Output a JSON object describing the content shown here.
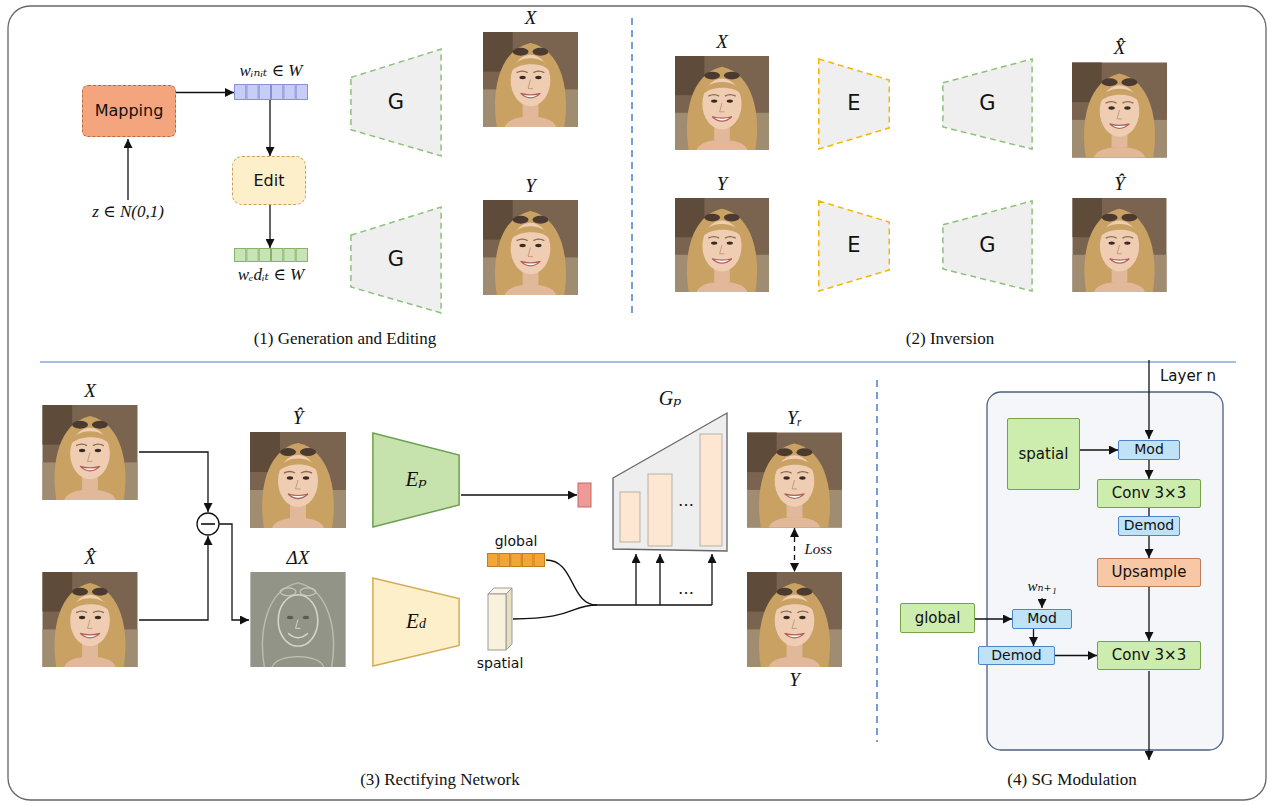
{
  "diagram": {
    "nodes": [
      {
        "text": [
          "Mapping"
        ]
      },
      {
        "text": [
          "wᵢₙᵢₜ ∈ W"
        ]
      },
      {
        "text": [
          "Edit"
        ]
      },
      {
        "text": [
          "wₑdᵢₜ ∈ W"
        ]
      },
      {
        "text": [
          "G"
        ]
      },
      {
        "text": [
          "X"
        ]
      },
      {
        "text": [
          "G"
        ]
      },
      {
        "text": [
          "Y"
        ]
      },
      {
        "text": [
          "X"
        ]
      },
      {
        "text": [
          "E"
        ]
      },
      {
        "text": [
          "G"
        ]
      },
      {
        "text": [
          "X̂"
        ]
      },
      {
        "text": [
          "Y"
        ]
      },
      {
        "text": [
          "E"
        ]
      },
      {
        "text": [
          "G"
        ]
      },
      {
        "text": [
          "Ŷ"
        ]
      },
      {
        "text": [
          "X"
        ]
      },
      {
        "text": [
          "X̂"
        ]
      },
      {
        "text": [
          "Ŷ"
        ]
      },
      {
        "text": [
          "ΔX"
        ]
      },
      {
        "text": [
          "Eₚ"
        ]
      },
      {
        "text": [
          "Ed"
        ]
      },
      {
        "text": [
          "global"
        ]
      },
      {
        "text": [
          "spatial"
        ]
      },
      {
        "text": [
          "Gₚ"
        ]
      },
      {
        "text": [
          "Yᵣ"
        ]
      },
      {
        "text": [
          "Y"
        ]
      },
      {
        "text": [
          "spatial"
        ]
      },
      {
        "text": [
          "Mod"
        ]
      },
      {
        "text": [
          "Conv 3×3"
        ]
      },
      {
        "text": [
          "Demod"
        ]
      },
      {
        "text": [
          "Upsample"
        ]
      },
      {
        "text": [
          "global"
        ]
      },
      {
        "text": [
          "Mod"
        ]
      },
      {
        "text": [
          "Demod"
        ]
      },
      {
        "text": [
          "Conv 3×3"
        ]
      }
    ],
    "edges": [
      {
        "from": 0,
        "to": 1,
        "arrow": "to"
      },
      {
        "from": 1,
        "to": 2,
        "arrow": "to"
      },
      {
        "from": 2,
        "to": 3,
        "arrow": "to"
      },
      {
        "from": 25,
        "to": 26,
        "label": "Loss",
        "arrow": "both"
      },
      {
        "from": 27,
        "to": 28,
        "arrow": "to"
      },
      {
        "from": 28,
        "to": 29,
        "arrow": "to"
      },
      {
        "from": 29,
        "to": 30,
        "arrow": "none"
      },
      {
        "from": 30,
        "to": 31,
        "arrow": "to"
      },
      {
        "from": 31,
        "to": 35,
        "arrow": "to"
      },
      {
        "from": 32,
        "to": 33,
        "arrow": "to"
      },
      {
        "from": 33,
        "to": 34,
        "arrow": "to"
      },
      {
        "from": 34,
        "to": 35,
        "arrow": "to"
      }
    ],
    "labels": [
      "z ∈ N(0,1)",
      "(1) Generation and Editing",
      "(2) Inversion",
      "…",
      "…",
      "(3) Rectifying Network",
      "Layer n",
      "wₙ₊₁",
      "(4) SG Modulation"
    ]
  }
}
